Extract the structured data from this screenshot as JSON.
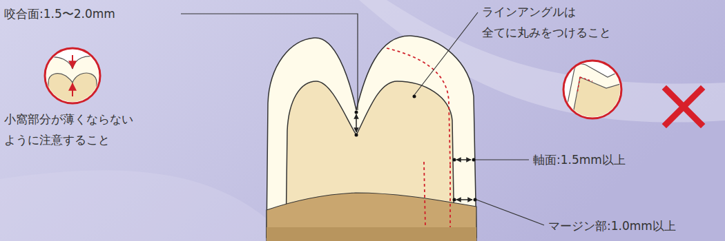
{
  "diagram": {
    "labels": [
      "咬合面:1.5〜2.0mm",
      "小窩部分が薄くならない ように注意すること",
      "ラインアングルは 全てに丸みをつけること",
      "軸面:1.5mm以上",
      "マージン部:1.0mm以上"
    ]
  }
}
